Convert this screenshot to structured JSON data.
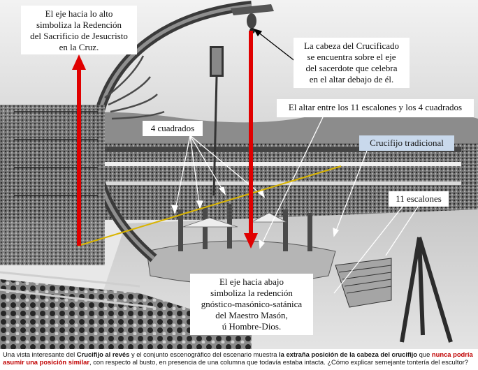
{
  "annotations": {
    "eje_alto": [
      "El eje hacia lo alto",
      "simboliza la Redención",
      "del Sacrificio de Jesucristo",
      "en la Cruz."
    ],
    "cabeza": [
      "La cabeza del Crucificado",
      "se encuentra sobre el eje",
      "del sacerdote que celebra",
      "en el altar debajo de él."
    ],
    "altar": "El altar entre los 11 escalones y los 4 cuadrados",
    "cuadrados": "4 cuadrados",
    "crucifijo": "Crucifijo tradicional",
    "escalones": "11 escalones",
    "eje_abajo": [
      "El eje hacia abajo",
      "simboliza la redención",
      "gnóstico-masónico-satánica",
      "del Maestro Masón,",
      "ú Hombre-Dios."
    ]
  },
  "caption": {
    "p1": "Una vista interesante del ",
    "b1": "Crucifijo al revés",
    "p2": " y el conjunto escenográfico del escenario muestra ",
    "b2": "la extraña posición de la cabeza del crucifijo",
    "p3": " que ",
    "r1": "nunca podría asumir una posición similar",
    "p4": ", con respecto al busto, en presencia de una columna que todavía estaba intacta. ¿Cómo explicar semejante tontería del escultor?"
  },
  "colors": {
    "axis_red": "#e00000",
    "diagonal_yellow": "#d9b400",
    "highlight": "#c9d9ec"
  }
}
